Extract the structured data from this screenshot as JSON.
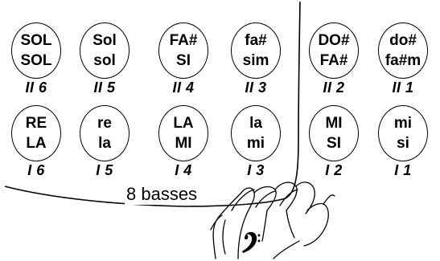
{
  "rows": [
    {
      "buttons": [
        {
          "top": "SOL",
          "bottom": "SOL",
          "label": "II 6"
        },
        {
          "top": "Sol",
          "bottom": "sol",
          "label": "II 5"
        },
        {
          "top": "FA#",
          "bottom": "SI",
          "label": "II 4"
        },
        {
          "top": "fa#",
          "bottom": "sim",
          "label": "II 3"
        },
        {
          "top": "DO#",
          "bottom": "FA#",
          "label": "II 2"
        },
        {
          "top": "do#",
          "bottom": "fa#m",
          "label": "II 1"
        }
      ]
    },
    {
      "buttons": [
        {
          "top": "RE",
          "bottom": "LA",
          "label": "I 6"
        },
        {
          "top": "re",
          "bottom": "la",
          "label": "I 5"
        },
        {
          "top": "LA",
          "bottom": "MI",
          "label": "I 4"
        },
        {
          "top": "la",
          "bottom": "mi",
          "label": "I 3"
        },
        {
          "top": "MI",
          "bottom": "SI",
          "label": "I 2"
        },
        {
          "top": "mi",
          "bottom": "si",
          "label": "I 1"
        }
      ]
    }
  ],
  "caption": "8 basses",
  "bass_clef_symbol": "bass-clef-icon"
}
